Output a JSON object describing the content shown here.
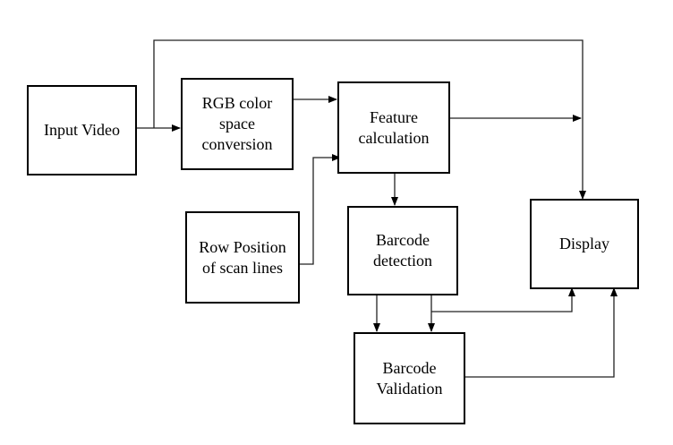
{
  "diagram": {
    "nodes": {
      "input_video": "Input Video",
      "rgb_conversion": "RGB color\nspace\nconversion",
      "feature_calc": "Feature\ncalculation",
      "row_position": "Row Position\nof scan lines",
      "barcode_detection": "Barcode\ndetection",
      "barcode_validation": "Barcode\nValidation",
      "display": "Display"
    },
    "colors": {
      "line": "#222222",
      "border": "#000000",
      "background": "#ffffff"
    }
  }
}
